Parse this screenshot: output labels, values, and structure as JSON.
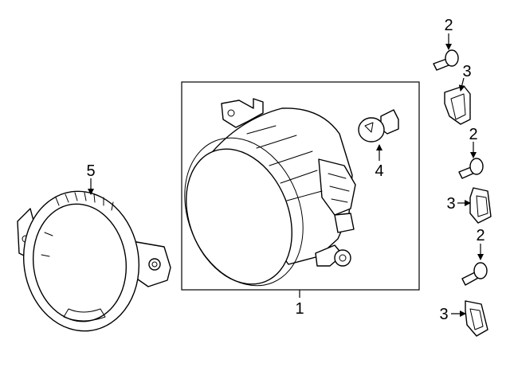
{
  "callouts": {
    "fog_lamp": "1",
    "screw_top": "2",
    "screw_middle": "2",
    "screw_bottom": "2",
    "nut_top": "3",
    "nut_middle": "3",
    "nut_bottom": "3",
    "bulb": "4",
    "bezel": "5"
  },
  "colors": {
    "line": "#000000",
    "background": "#ffffff"
  }
}
